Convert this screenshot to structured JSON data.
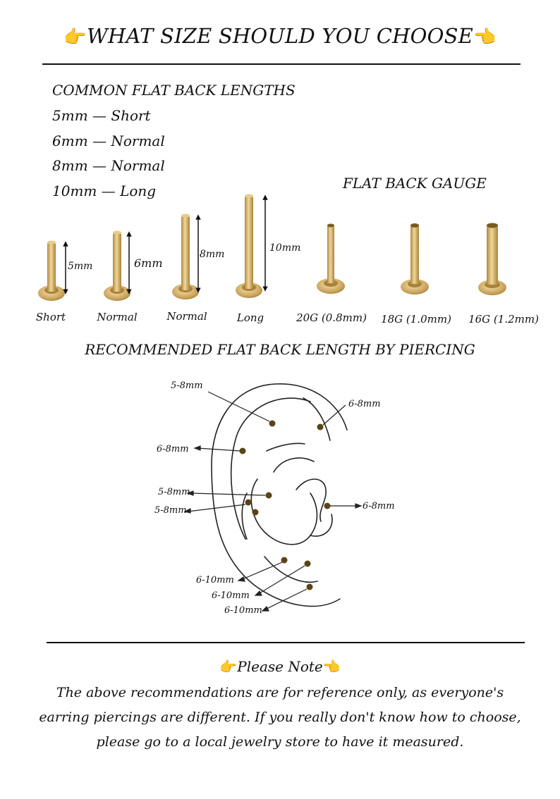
{
  "header": {
    "hand_left": "👉",
    "title": "WHAT SIZE SHOULD YOU CHOOSE",
    "hand_right": "👈"
  },
  "lengths": {
    "heading": "COMMON FLAT BACK  LENGTHS",
    "lines": [
      "5mm —  Short",
      "6mm — Normal",
      "8mm — Normal",
      "10mm — Long"
    ]
  },
  "gauge": {
    "heading": "FLAT BACK GAUGE"
  },
  "posts": [
    {
      "dim": "5mm",
      "label": "Short"
    },
    {
      "dim": "6mm",
      "label": "Normal"
    },
    {
      "dim": "8mm",
      "label": "Normal"
    },
    {
      "dim": "10mm",
      "label": "Long"
    },
    {
      "dim": "",
      "label": "20G (0.8mm)"
    },
    {
      "dim": "",
      "label": "18G (1.0mm)"
    },
    {
      "dim": "",
      "label": "16G (1.2mm)"
    }
  ],
  "recommend": {
    "heading": "RECOMMENDED FLAT BACK  LENGTH BY PIERCING",
    "labels": [
      "5-8mm",
      "6-8mm",
      "6-8mm",
      "5-8mm",
      "5-8mm",
      "6-8mm",
      "6-10mm",
      "6-10mm",
      "6-10mm"
    ]
  },
  "note": {
    "hand_left": "👉",
    "title": "Please Note",
    "hand_right": "👈",
    "lines": [
      "The above recommendations are for reference only, as everyone's",
      "earring piercings are different. If you really don't know how to choose,",
      "please go to a local jewelry store to have it measured."
    ]
  },
  "colors": {
    "gold": "#d9b56a",
    "dot": "#5a4416",
    "ink": "#111111"
  }
}
